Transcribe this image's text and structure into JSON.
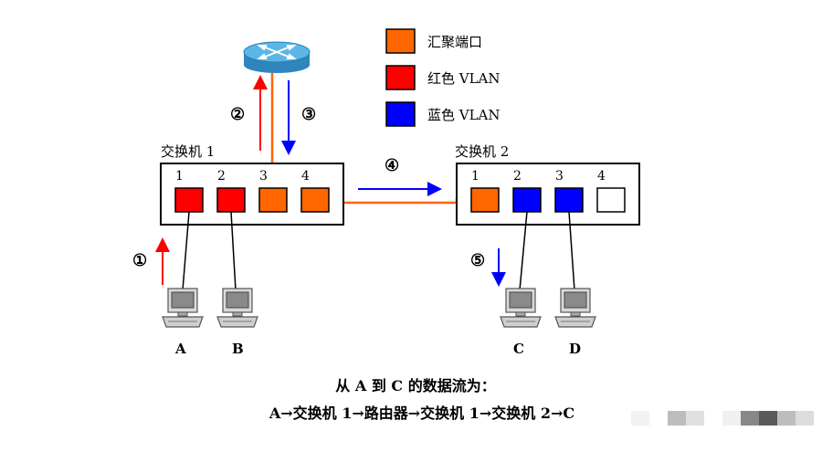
{
  "legend": [
    {
      "label": "汇聚端口",
      "color": "#FF6600"
    },
    {
      "label": "红色 VLAN",
      "color": "#FF0000"
    },
    {
      "label": "蓝色 VLAN",
      "color": "#0000FF"
    }
  ],
  "switch1": {
    "title": "交换机 1",
    "ports": [
      "1",
      "2",
      "3",
      "4"
    ]
  },
  "switch2": {
    "title": "交换机 2",
    "ports": [
      "1",
      "2",
      "3",
      "4"
    ]
  },
  "hosts": [
    "A",
    "B",
    "C",
    "D"
  ],
  "steps": [
    "①",
    "②",
    "③",
    "④",
    "⑤"
  ],
  "caption": {
    "line1": "从 A 到 C 的数据流为：",
    "line2": "A→交换机 1→路由器→交换机 1→交换机 2→C"
  },
  "colors": {
    "aggregate": "#FF6600",
    "red_vlan": "#FF0000",
    "blue_vlan": "#0000FF",
    "router": "#3C9FD8"
  },
  "icons": [
    "router-icon",
    "computer-icon"
  ]
}
